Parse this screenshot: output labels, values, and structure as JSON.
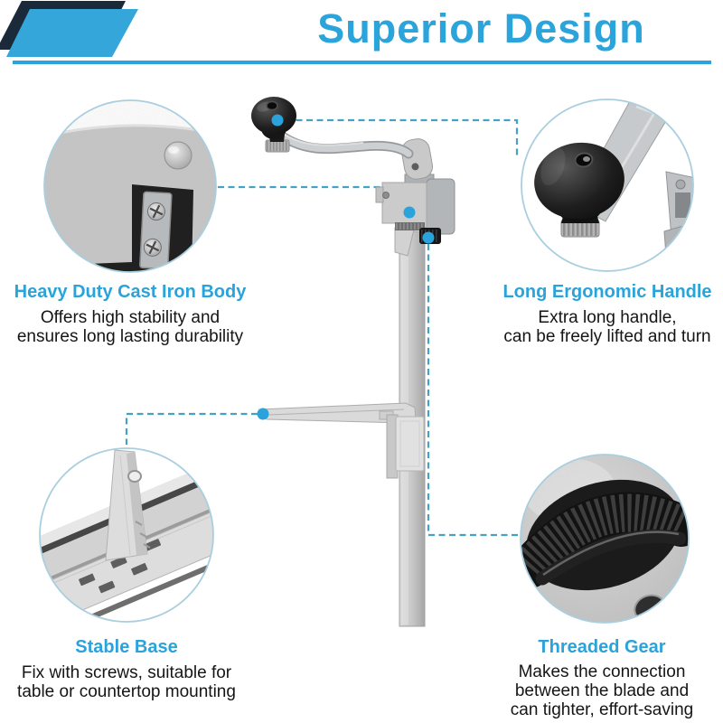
{
  "header": {
    "title": "Superior Design"
  },
  "callouts": {
    "top_left": {
      "title": "Heavy Duty Cast Iron Body",
      "description": "Offers high stability and\nensures long lasting durability",
      "image": "cast-iron-body-closeup"
    },
    "top_right": {
      "title": "Long Ergonomic Handle",
      "description": "Extra long handle,\ncan be freely lifted and turn",
      "image": "handle-knob-closeup"
    },
    "bottom_left": {
      "title": "Stable Base",
      "description": "Fix with screws, suitable for\ntable or countertop mounting",
      "image": "mounting-base-closeup"
    },
    "bottom_right": {
      "title": "Threaded Gear",
      "description": "Makes the connection\nbetween the blade and\ncan tighter, effort-saving",
      "image": "threaded-gear-closeup"
    }
  },
  "product": {
    "illustration": "manual-table-mount-can-opener"
  },
  "colors": {
    "accent": "#2BA3DB",
    "dark_navy": "#1B2A3B",
    "connector_line": "#45A2C4",
    "dot": "#2AA3DC",
    "circle_border": "#A9CEDF",
    "body_text": "#151515"
  }
}
